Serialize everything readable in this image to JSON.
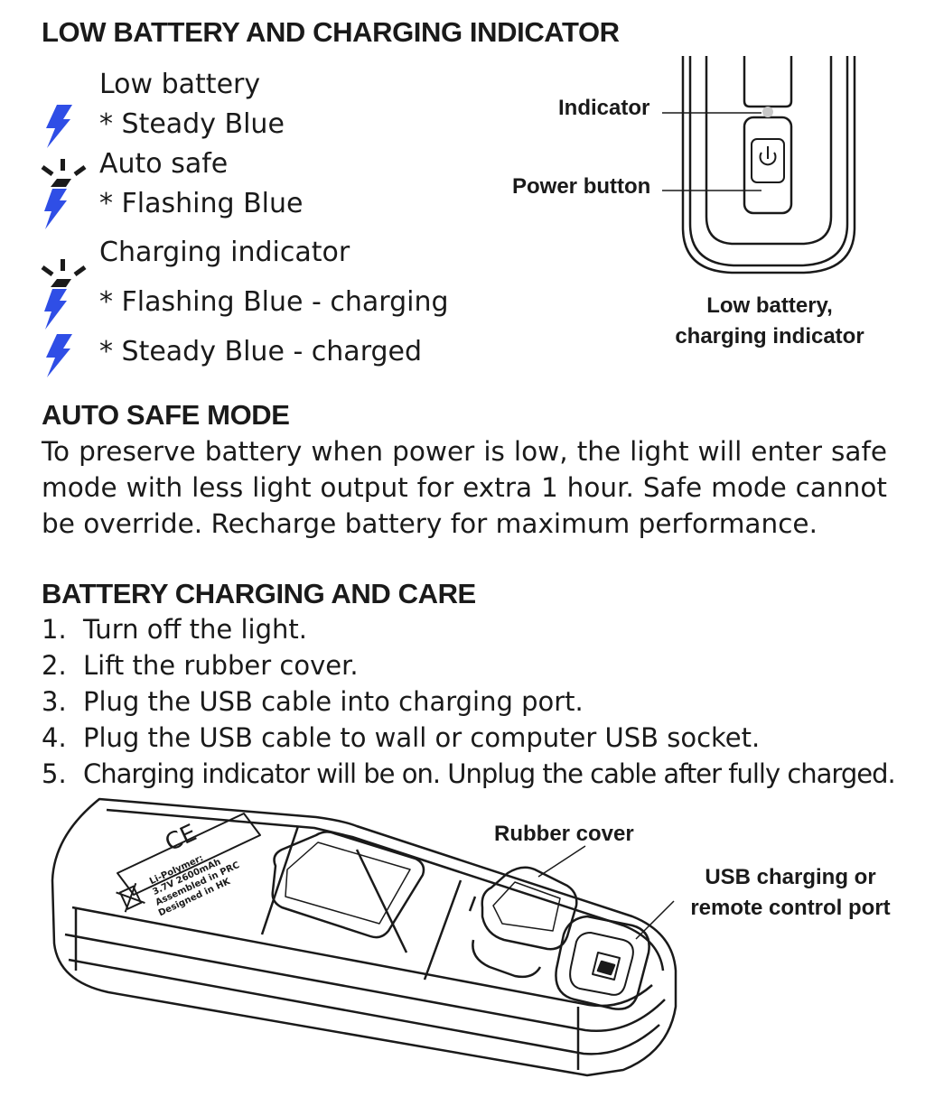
{
  "sections": {
    "indicator": {
      "title": "LOW BATTERY AND CHARGING INDICATOR",
      "low_battery": {
        "label": "Low battery",
        "state": "* Steady Blue"
      },
      "auto_safe": {
        "label": "Auto safe",
        "state": "* Flashing Blue"
      },
      "charging": {
        "label": "Charging indicator",
        "state_charging": "* Flashing Blue - charging",
        "state_charged": "* Steady Blue - charged"
      },
      "figure": {
        "indicator_label": "Indicator",
        "power_button_label": "Power button",
        "caption_line1": "Low battery,",
        "caption_line2": "charging indicator"
      }
    },
    "auto_safe_mode": {
      "title": "AUTO SAFE MODE",
      "text": "To preserve battery when power is low, the light will enter safe mode with less light output for extra 1 hour. Safe mode cannot be override. Recharge battery for maximum performance."
    },
    "charging_care": {
      "title": "BATTERY CHARGING AND CARE",
      "steps": [
        {
          "num": "1.",
          "text": "Turn off the light."
        },
        {
          "num": "2.",
          "text": "Lift the rubber cover."
        },
        {
          "num": "3.",
          "text": "Plug the USB cable into charging port."
        },
        {
          "num": "4.",
          "text": "Plug the USB cable to wall or computer USB socket."
        },
        {
          "num": "5.",
          "text": "Charging indicator will be on. Unplug the cable after fully charged."
        }
      ],
      "figure": {
        "rubber_cover_label": "Rubber cover",
        "usb_label_line1": "USB charging or",
        "usb_label_line2": "remote control port",
        "label_text": [
          "Li-Polymer:",
          "3.7V 2600mAh",
          "Assembled in PRC",
          "Designed in HK"
        ]
      }
    }
  },
  "colors": {
    "bolt": "#2f4ee6",
    "ink": "#1a1a1a",
    "indicator_led": "#c8c8c8"
  },
  "icons": {
    "steady": "lightning-bolt-icon",
    "flashing": "flashing-lightning-bolt-icon"
  }
}
